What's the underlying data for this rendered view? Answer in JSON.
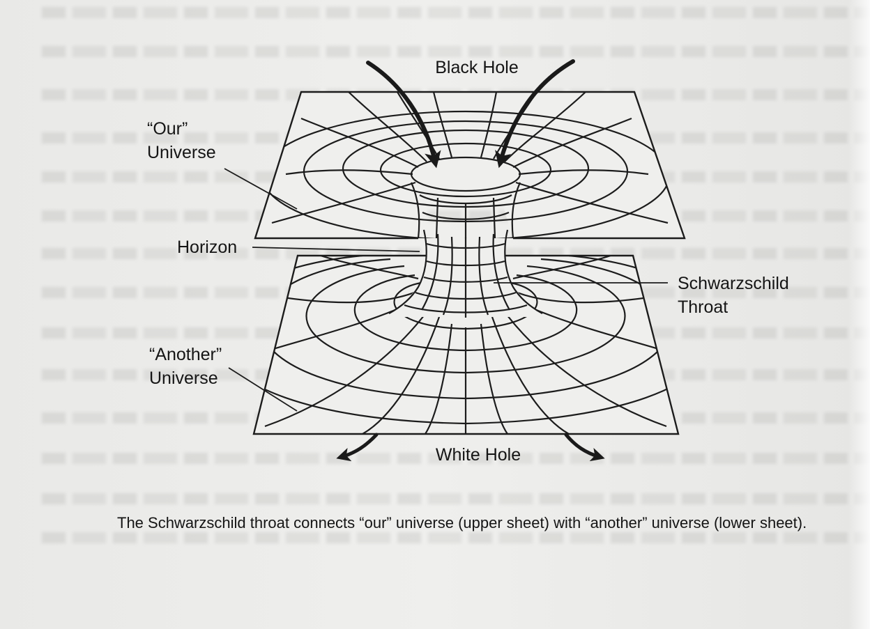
{
  "diagram": {
    "labels": {
      "black_hole": "Black Hole",
      "our_universe_line1": "“Our”",
      "our_universe_line2": "Universe",
      "horizon": "Horizon",
      "throat_line1": "Schwarzschild",
      "throat_line2": "Throat",
      "another_universe_line1": "“Another”",
      "another_universe_line2": "Universe",
      "white_hole": "White Hole"
    }
  },
  "caption": "The Schwarzschild throat connects “our” universe (upper sheet) with “another” universe (lower sheet)."
}
